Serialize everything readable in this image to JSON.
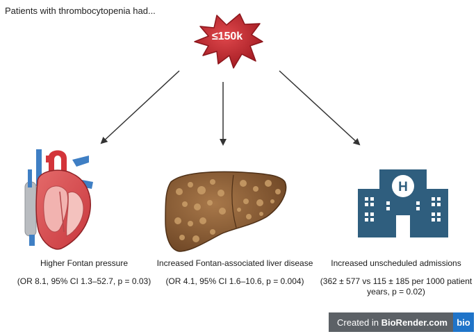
{
  "header": {
    "title": "Patients with thrombocytopenia had..."
  },
  "platelet": {
    "label": "≤150k"
  },
  "outcomes": [
    {
      "title": "Higher Fontan pressure",
      "stat": "(OR 8.1, 95% CI 1.3–52.7, p = 0.03)",
      "icon": "heart-icon"
    },
    {
      "title": "Increased Fontan-associated liver disease",
      "stat": "(OR 4.1, 95% CI 1.6–10.6, p = 0.004)",
      "icon": "liver-icon"
    },
    {
      "title": "Increased unscheduled admissions",
      "stat": "(362 ± 577 vs 115 ± 185 per 1000 patient years, p = 0.02)",
      "icon": "hospital-icon"
    }
  ],
  "badge": {
    "prefix": "Created in ",
    "brand": "BioRender.com",
    "logo": "bio"
  },
  "colors": {
    "platelet_red": "#c0262d",
    "liver_brown": "#8a5c33",
    "hospital_blue": "#2f5e7e",
    "badge_gray": "#5c6166",
    "badge_blue": "#1f74c9"
  }
}
